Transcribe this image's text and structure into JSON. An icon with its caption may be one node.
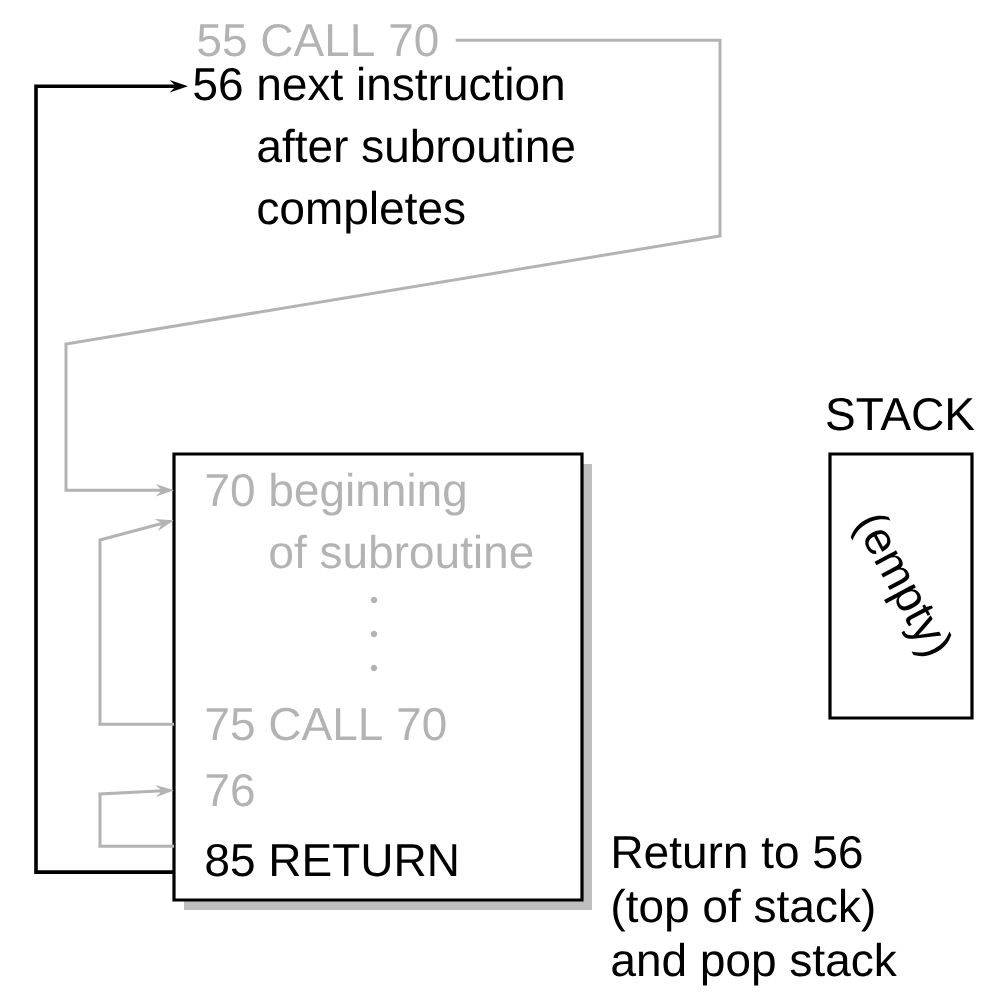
{
  "diagram": {
    "nodes": [
      {
        "text": [
          "55 CALL 70"
        ]
      },
      {
        "text": [
          "56 next instruction after subroutine completes"
        ]
      },
      {
        "text": [],
        "shape": "box"
      },
      {
        "text": [
          "70 beginning of subroutine"
        ],
        "in": 2
      },
      {
        "text": [
          "75 CALL 70"
        ],
        "in": 2
      },
      {
        "text": [
          "76"
        ],
        "in": 2
      },
      {
        "text": [
          "85 RETURN"
        ],
        "in": 2
      },
      {
        "text": [
          "STACK",
          "(empty)"
        ]
      }
    ],
    "edges": [
      {
        "from": 0,
        "to": 3,
        "arrow": "to"
      },
      {
        "from": 4,
        "to": 3,
        "arrow": "to"
      },
      {
        "from": 6,
        "to": 5,
        "arrow": "to"
      },
      {
        "from": 6,
        "to": 1,
        "arrow": "to",
        "color": "#000000"
      }
    ],
    "labels": [
      "Return to 56 (top of stack) and pop stack"
    ]
  }
}
